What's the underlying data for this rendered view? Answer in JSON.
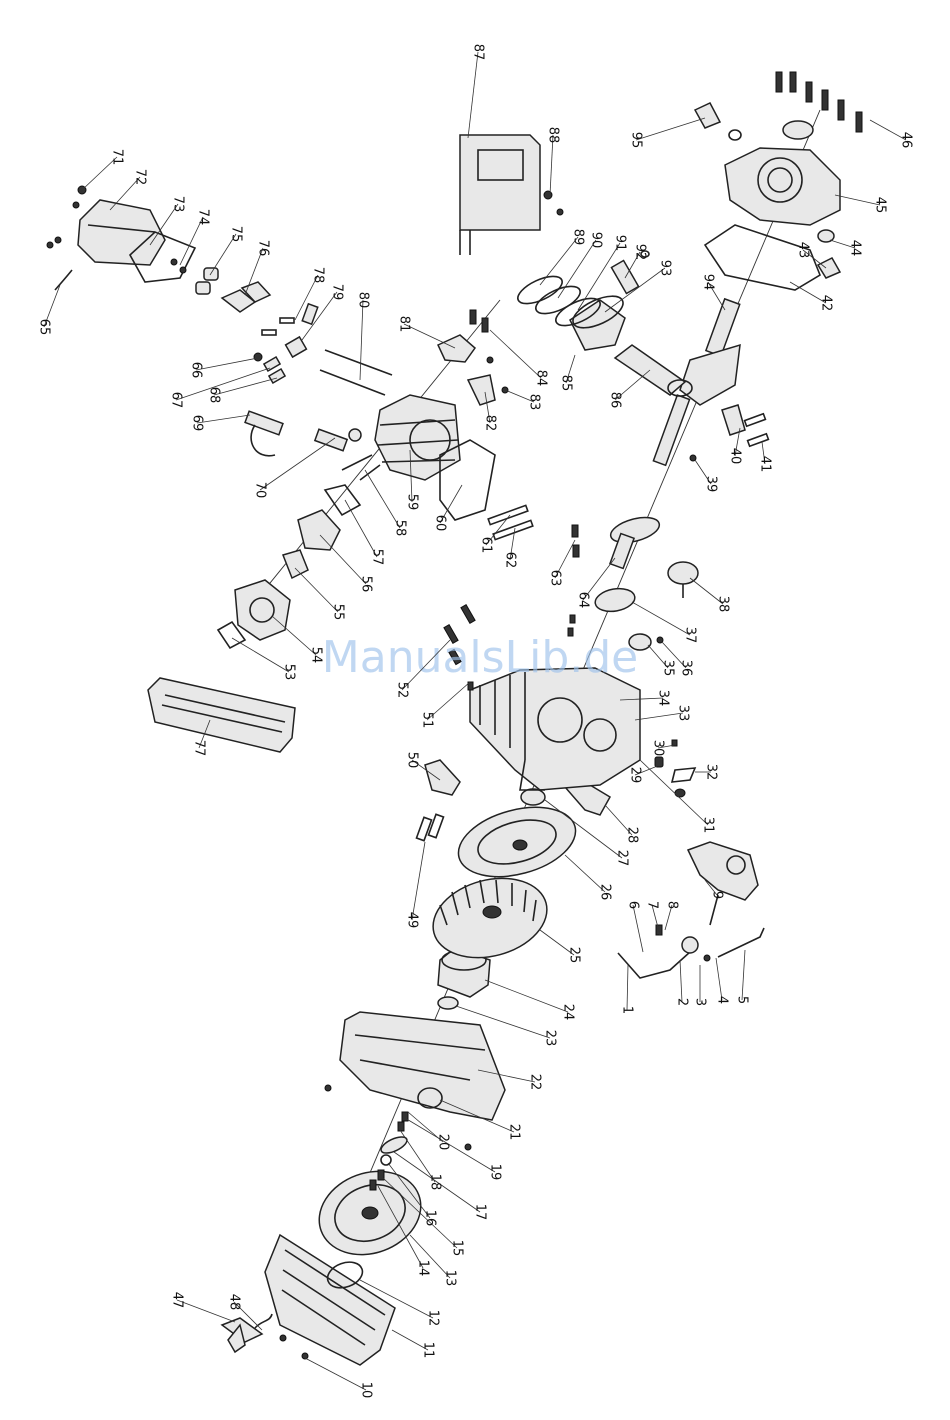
{
  "watermark": "ManualsLib.de",
  "callouts": [
    {
      "id": "1",
      "text": "1"
    },
    {
      "id": "2",
      "text": "2"
    },
    {
      "id": "3",
      "text": "3"
    },
    {
      "id": "4",
      "text": "4"
    },
    {
      "id": "5",
      "text": "5"
    },
    {
      "id": "6",
      "text": "6"
    },
    {
      "id": "7",
      "text": "7"
    },
    {
      "id": "8",
      "text": "8"
    },
    {
      "id": "9",
      "text": "9"
    },
    {
      "id": "10",
      "text": "10"
    },
    {
      "id": "11",
      "text": "11"
    },
    {
      "id": "12",
      "text": "12"
    },
    {
      "id": "13",
      "text": "13"
    },
    {
      "id": "14",
      "text": "14"
    },
    {
      "id": "15",
      "text": "15"
    },
    {
      "id": "16",
      "text": "16"
    },
    {
      "id": "17",
      "text": "17"
    },
    {
      "id": "18",
      "text": "18"
    },
    {
      "id": "19",
      "text": "19"
    },
    {
      "id": "20",
      "text": "20"
    },
    {
      "id": "21",
      "text": "21"
    },
    {
      "id": "22",
      "text": "22"
    },
    {
      "id": "23",
      "text": "23"
    },
    {
      "id": "24",
      "text": "24"
    },
    {
      "id": "25",
      "text": "25"
    },
    {
      "id": "26",
      "text": "26"
    },
    {
      "id": "27",
      "text": "27"
    },
    {
      "id": "28",
      "text": "28"
    },
    {
      "id": "29",
      "text": "29"
    },
    {
      "id": "30",
      "text": "30"
    },
    {
      "id": "31",
      "text": "31"
    },
    {
      "id": "32",
      "text": "32"
    },
    {
      "id": "33",
      "text": "33"
    },
    {
      "id": "34",
      "text": "34"
    },
    {
      "id": "35",
      "text": "35"
    },
    {
      "id": "36",
      "text": "36"
    },
    {
      "id": "37",
      "text": "37"
    },
    {
      "id": "38",
      "text": "38"
    },
    {
      "id": "39",
      "text": "39"
    },
    {
      "id": "40",
      "text": "40"
    },
    {
      "id": "41",
      "text": "41"
    },
    {
      "id": "42",
      "text": "42"
    },
    {
      "id": "43",
      "text": "43"
    },
    {
      "id": "44",
      "text": "44"
    },
    {
      "id": "45",
      "text": "45"
    },
    {
      "id": "46",
      "text": "46"
    },
    {
      "id": "47",
      "text": "47"
    },
    {
      "id": "48",
      "text": "48"
    },
    {
      "id": "49",
      "text": "49"
    },
    {
      "id": "50",
      "text": "50"
    },
    {
      "id": "51",
      "text": "51"
    },
    {
      "id": "52",
      "text": "52"
    },
    {
      "id": "53",
      "text": "53"
    },
    {
      "id": "54",
      "text": "54"
    },
    {
      "id": "55",
      "text": "55"
    },
    {
      "id": "56",
      "text": "56"
    },
    {
      "id": "57",
      "text": "57"
    },
    {
      "id": "58",
      "text": "58"
    },
    {
      "id": "59",
      "text": "59"
    },
    {
      "id": "60",
      "text": "60"
    },
    {
      "id": "61",
      "text": "61"
    },
    {
      "id": "62",
      "text": "62"
    },
    {
      "id": "63",
      "text": "63"
    },
    {
      "id": "64",
      "text": "64"
    },
    {
      "id": "65",
      "text": "65"
    },
    {
      "id": "66",
      "text": "66"
    },
    {
      "id": "67",
      "text": "67"
    },
    {
      "id": "68",
      "text": "68"
    },
    {
      "id": "69",
      "text": "69"
    },
    {
      "id": "70",
      "text": "70"
    },
    {
      "id": "71",
      "text": "71"
    },
    {
      "id": "72",
      "text": "72"
    },
    {
      "id": "73",
      "text": "73"
    },
    {
      "id": "74",
      "text": "74"
    },
    {
      "id": "75",
      "text": "75"
    },
    {
      "id": "76",
      "text": "76"
    },
    {
      "id": "77",
      "text": "77"
    },
    {
      "id": "78",
      "text": "78"
    },
    {
      "id": "79",
      "text": "79"
    },
    {
      "id": "80",
      "text": "80"
    },
    {
      "id": "81",
      "text": "81"
    },
    {
      "id": "82",
      "text": "82"
    },
    {
      "id": "83",
      "text": "83"
    },
    {
      "id": "84",
      "text": "84"
    },
    {
      "id": "85",
      "text": "85"
    },
    {
      "id": "86",
      "text": "86"
    },
    {
      "id": "87",
      "text": "87"
    },
    {
      "id": "88",
      "text": "88"
    },
    {
      "id": "89",
      "text": "89"
    },
    {
      "id": "90",
      "text": "90"
    },
    {
      "id": "91",
      "text": "91"
    },
    {
      "id": "92",
      "text": "92"
    },
    {
      "id": "93",
      "text": "93"
    },
    {
      "id": "94",
      "text": "94"
    },
    {
      "id": "95",
      "text": "95"
    }
  ]
}
